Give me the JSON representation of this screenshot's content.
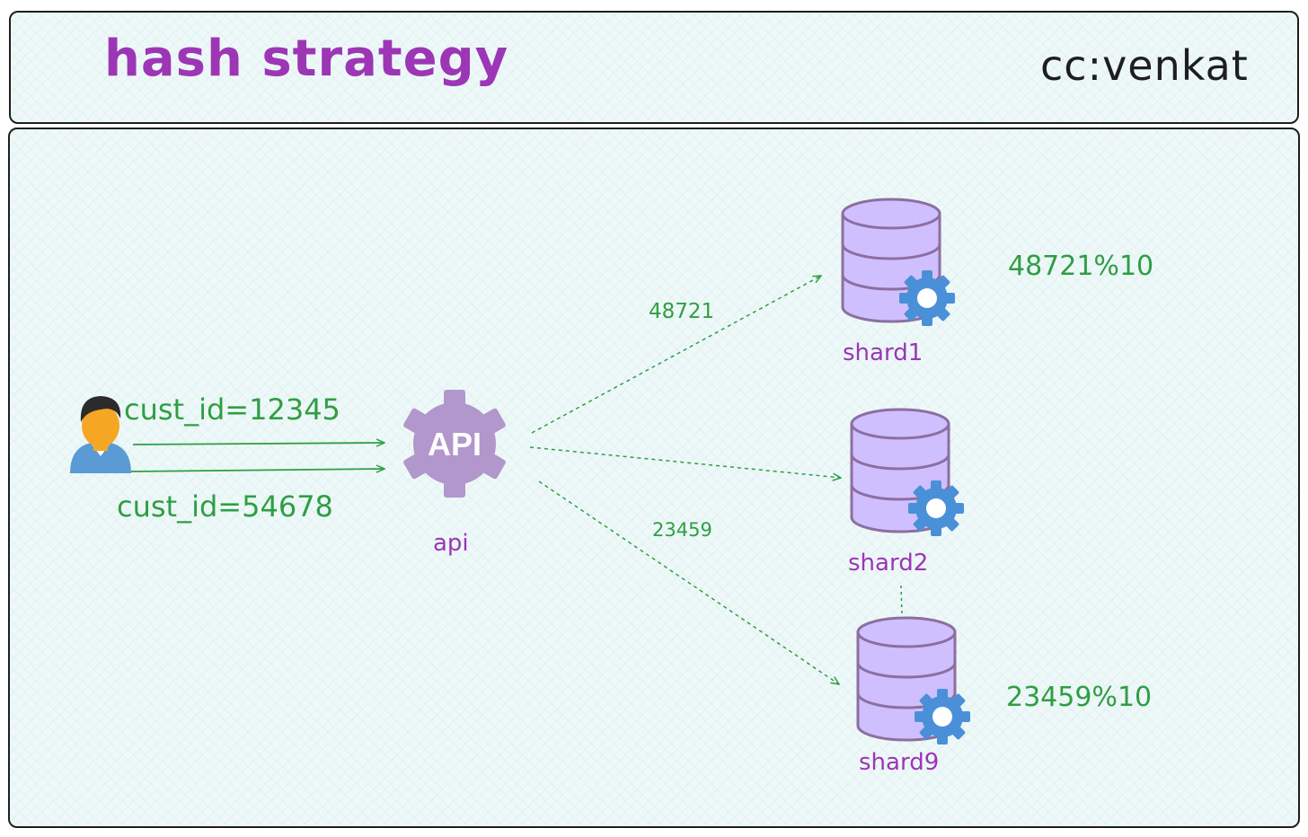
{
  "header": {
    "title": "hash strategy",
    "credit": "cc:venkat"
  },
  "client": {
    "requests": [
      "cust_id=12345",
      "cust_id=54678"
    ],
    "icon": "user-icon"
  },
  "api": {
    "icon_text": "API",
    "label": "api",
    "icon": "gear-icon"
  },
  "edges": {
    "to_shard1": "48721",
    "to_shard9": "23459"
  },
  "shards": [
    {
      "label": "shard1",
      "calc": "48721%10",
      "icon": "database-gear-icon"
    },
    {
      "label": "shard2",
      "calc": "",
      "icon": "database-gear-icon"
    },
    {
      "label": "shard9",
      "calc": "23459%10",
      "icon": "database-gear-icon"
    }
  ],
  "colors": {
    "title": "#9c36b5",
    "text_green": "#2f9e44",
    "db_fill": "#d0bfff",
    "db_stroke": "#8c6fa0",
    "gear_blue": "#4a90d9",
    "api_gear": "#b197cc"
  }
}
